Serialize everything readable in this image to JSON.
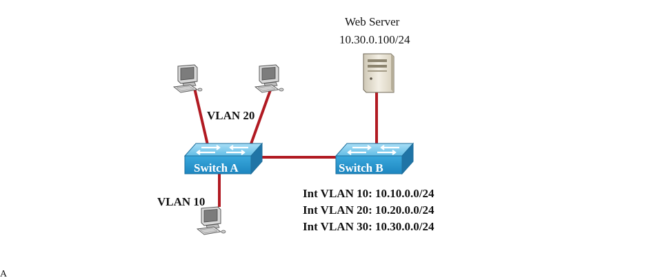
{
  "diagram": {
    "server": {
      "title": "Web Server",
      "ip": "10.30.0.100/24"
    },
    "switch_a": {
      "label": "Switch A"
    },
    "switch_b": {
      "label": "Switch B"
    },
    "vlan_labels": {
      "vlan20": "VLAN 20",
      "vlan10": "VLAN 10"
    },
    "interfaces": [
      "Int VLAN 10: 10.10.0.0/24",
      "Int VLAN 20: 10.20.0.0/24",
      "Int VLAN 30: 10.30.0.0/24"
    ],
    "stray_char": "A",
    "colors": {
      "link": "#b11a22",
      "switch_face": "#2f9ed4",
      "switch_top": "#8fd2f2",
      "switch_side": "#1f74a6"
    }
  }
}
